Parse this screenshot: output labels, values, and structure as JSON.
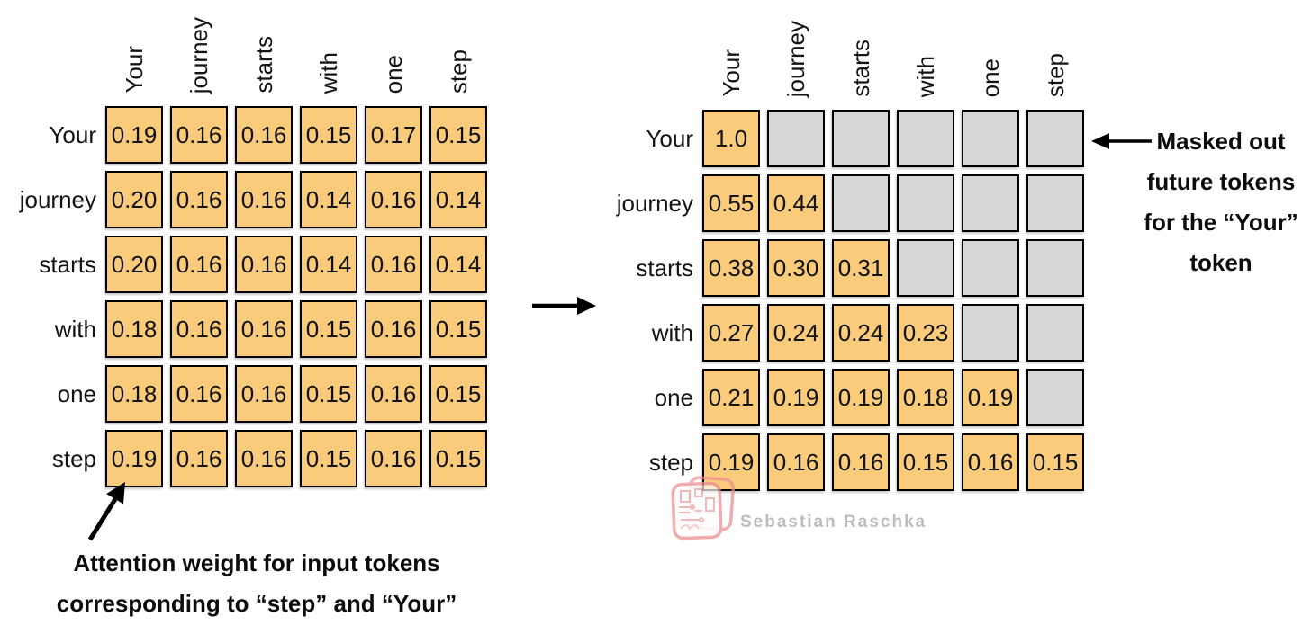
{
  "tokens": [
    "Your",
    "journey",
    "starts",
    "with",
    "one",
    "step"
  ],
  "left_matrix": {
    "title": "attention-weights-unmasked",
    "rows": [
      [
        "0.19",
        "0.16",
        "0.16",
        "0.15",
        "0.17",
        "0.15"
      ],
      [
        "0.20",
        "0.16",
        "0.16",
        "0.14",
        "0.16",
        "0.14"
      ],
      [
        "0.20",
        "0.16",
        "0.16",
        "0.14",
        "0.16",
        "0.14"
      ],
      [
        "0.18",
        "0.16",
        "0.16",
        "0.15",
        "0.16",
        "0.15"
      ],
      [
        "0.18",
        "0.16",
        "0.16",
        "0.15",
        "0.16",
        "0.15"
      ],
      [
        "0.19",
        "0.16",
        "0.16",
        "0.15",
        "0.16",
        "0.15"
      ]
    ]
  },
  "right_matrix": {
    "title": "attention-weights-causal-masked-renormalized",
    "rows": [
      [
        "1.0",
        null,
        null,
        null,
        null,
        null
      ],
      [
        "0.55",
        "0.44",
        null,
        null,
        null,
        null
      ],
      [
        "0.38",
        "0.30",
        "0.31",
        null,
        null,
        null
      ],
      [
        "0.27",
        "0.24",
        "0.24",
        "0.23",
        null,
        null
      ],
      [
        "0.21",
        "0.19",
        "0.19",
        "0.18",
        "0.19",
        null
      ],
      [
        "0.19",
        "0.16",
        "0.16",
        "0.15",
        "0.16",
        "0.15"
      ]
    ]
  },
  "annotations": {
    "masked_note_lines": [
      "Masked out",
      "future tokens",
      "for the “Your”",
      "token"
    ],
    "attention_note_lines": [
      "Attention weight for input tokens",
      "corresponding to “step” and “Your”"
    ]
  },
  "watermark": {
    "text": "Sebastian Raschka"
  },
  "colors": {
    "cell": "#FACB7B",
    "masked_cell": "#D7D7D5",
    "border": "#000000",
    "watermark_text": "#BDBDBD",
    "logo": "#EC9092"
  }
}
